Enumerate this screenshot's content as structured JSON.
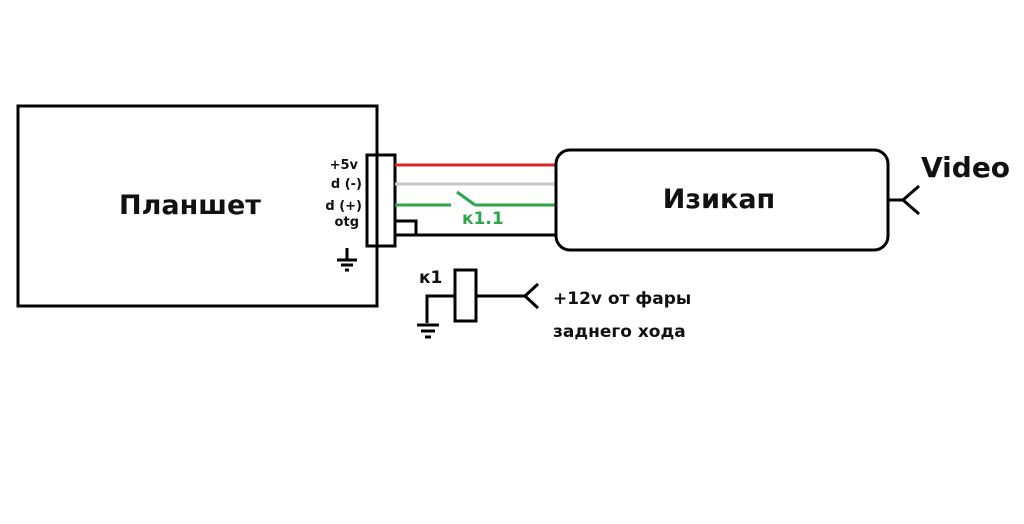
{
  "diagram": {
    "tablet": {
      "label": "Планшет"
    },
    "connector": {
      "pins": [
        "+5v",
        "d (-)",
        "d (+)",
        "otg"
      ]
    },
    "capture": {
      "label": "Изикап"
    },
    "video_output": {
      "label": "Video"
    },
    "switch_contact": {
      "label": "к1.1"
    },
    "relay": {
      "label": "к1",
      "input_label_line1": "+12v от фары",
      "input_label_line2": "заднего хода"
    },
    "wire_colors": {
      "plus5v": "#d9242a",
      "d_minus": "#c8c8c8",
      "d_plus": "#2ea64b",
      "ground": "#000000"
    }
  }
}
